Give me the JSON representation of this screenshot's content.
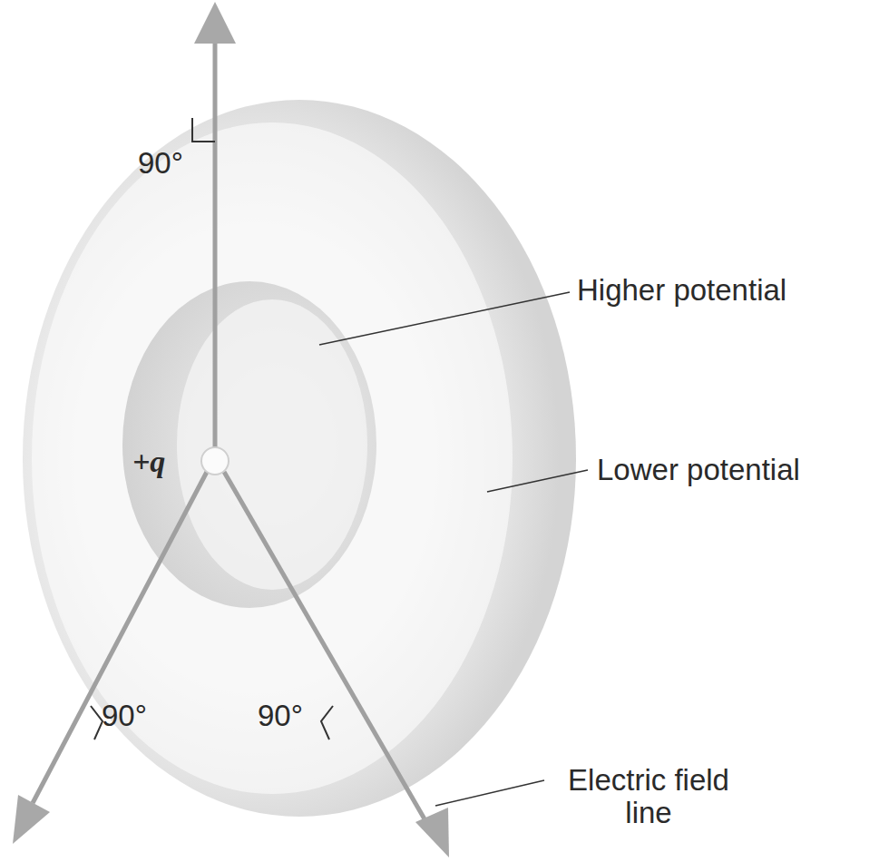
{
  "diagram": {
    "labels": [
      "90°",
      "Higher potential",
      "+q",
      "Lower potential",
      "90°",
      "90°",
      "Electric field line"
    ]
  }
}
